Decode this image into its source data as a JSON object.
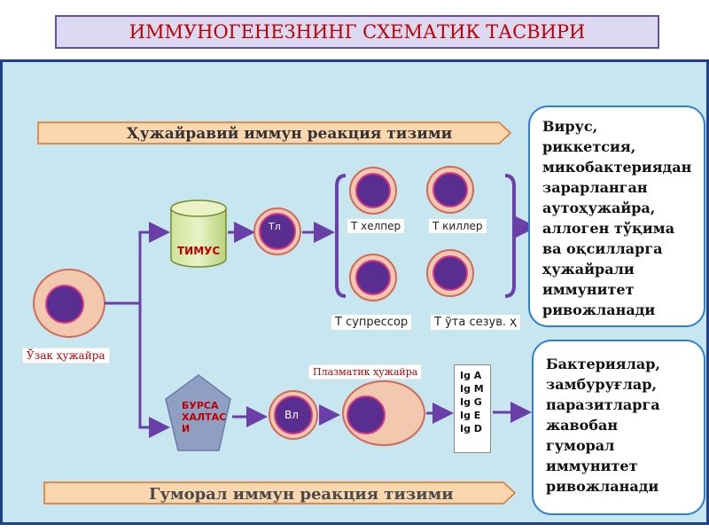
{
  "title": "ИММУНОГЕНЕЗНИНГ СХЕМАТИК ТАСВИРИ",
  "cellular_banner": "Ҳужайравий иммун реакция тизими",
  "humoral_banner": "Гуморал иммун реакция тизими",
  "labels": {
    "stem_cell": "Ўзак ҳужайра",
    "thymus": "ТИМУС",
    "bursa": "БУРСА ХАЛТАС И",
    "t_lymph": "Тл",
    "b_lymph": "Вл",
    "t_helper": "Т хелпер",
    "t_killer": "Т киллер",
    "t_suppressor": "Т супрессор",
    "t_memory": "Т ўта сезув. ҳ",
    "plasma_cell": "Плазматик ҳужайра"
  },
  "immunoglobulins": [
    "Ig A",
    "Ig M",
    "Ig G",
    "Ig E",
    "Ig D"
  ],
  "cellular_note": "Вирус, риккетсия, микобактериядан зарарланган аутоҳужайра, аллоген тўқима ва оқсилларга ҳужайрали иммунитет ривожланади",
  "humoral_note": "Бактериялар, замбуруғлар, паразитларга жавобан гуморал иммунитет ривожланади",
  "colors": {
    "arrow": "#6a3fa8",
    "cell_fill": "#f2c8ae",
    "cell_nucleus": "#5a2d91",
    "banner": "#fbd7b0",
    "box_border": "#2c7fd6",
    "title_text": "#c00000",
    "label_red": "#c00000"
  }
}
